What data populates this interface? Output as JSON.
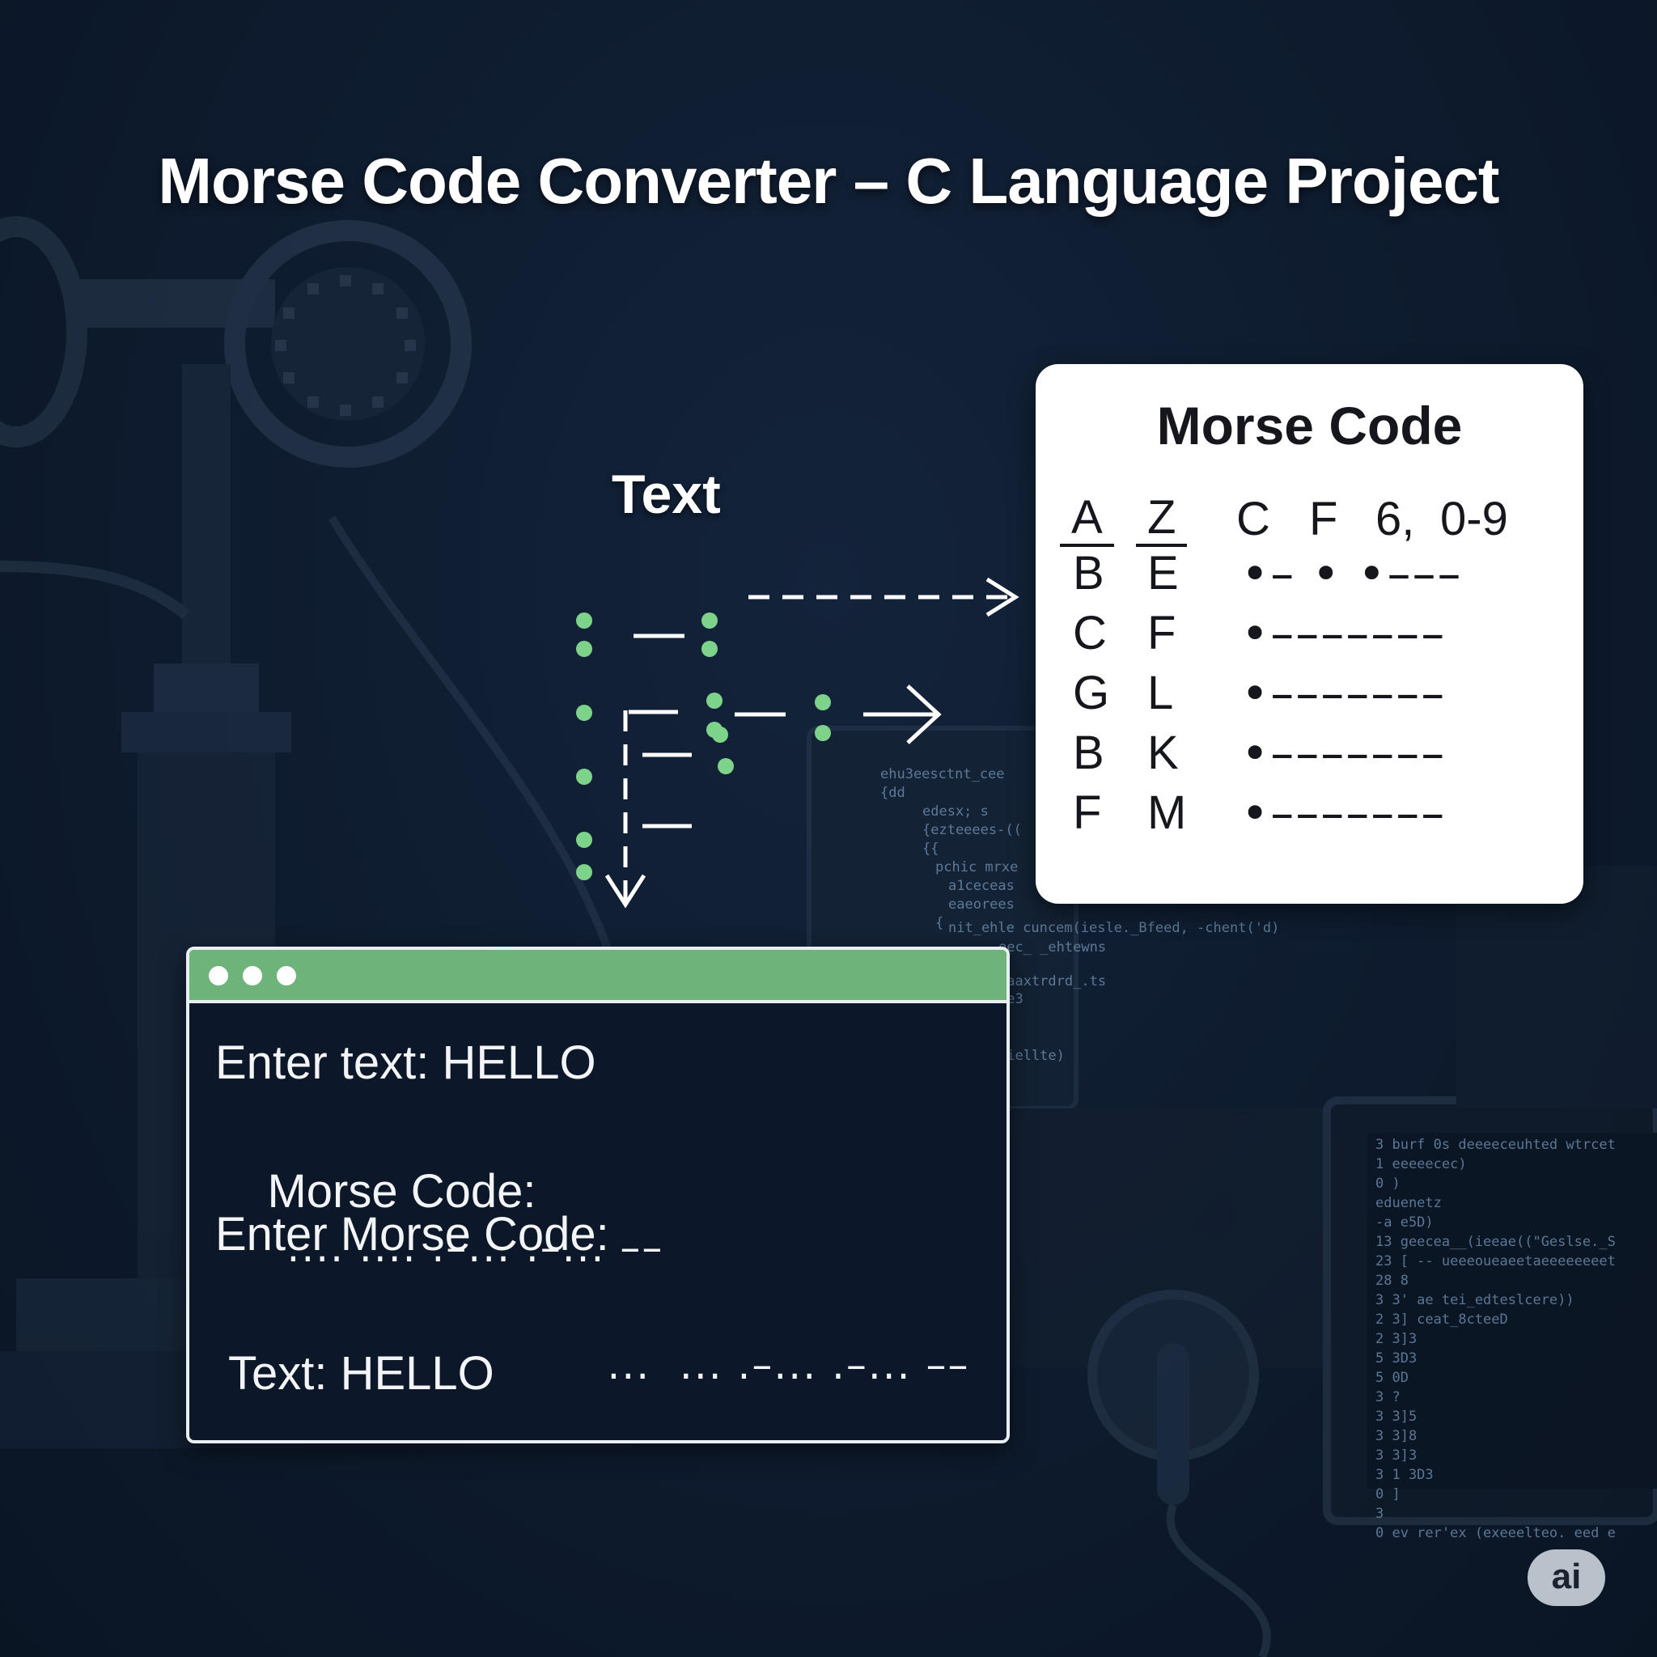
{
  "title": "Morse Code Converter – C Language Project",
  "text_label": "Text",
  "reference_card": {
    "title": "Morse Code",
    "headers": [
      "A",
      "Z",
      "C",
      "F",
      "6,",
      "0-9"
    ],
    "rows": [
      {
        "a": "B",
        "b": "E",
        "code": "•– • •–––"
      },
      {
        "a": "C",
        "b": "F",
        "code": "•–––––––"
      },
      {
        "a": "G",
        "b": "L",
        "code": "•–––––––"
      },
      {
        "a": "B",
        "b": "K",
        "code": "•–––––––"
      },
      {
        "a": "F",
        "b": "M",
        "code": "•–––––––"
      }
    ]
  },
  "console": {
    "line1": "Enter text: HELLO",
    "line2_label": "Morse Code:",
    "line2_code": ".... .... .–... .–... ––",
    "line3": "Enter Morse Code:",
    "line4_code": "...  ... .–... .–... ––",
    "line5": "Text: HELLO"
  },
  "badge": "ai",
  "colors": {
    "background": "#0e1b2e",
    "accent_green": "#6db37a",
    "dot_green": "#7ed38a",
    "card": "#ffffff"
  }
}
